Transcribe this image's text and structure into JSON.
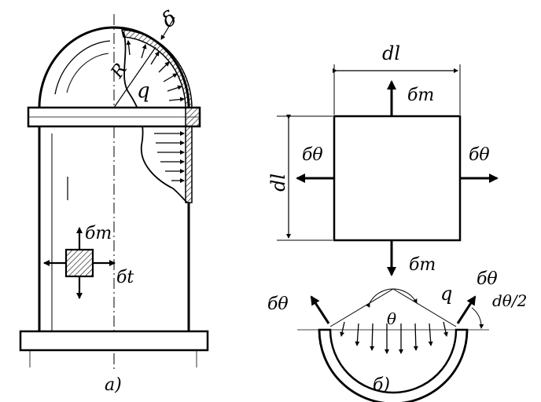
{
  "figure_a": {
    "caption": "а)",
    "labels": {
      "thickness": "δ",
      "radius": "R",
      "pressure": "q",
      "sigma_m": "бm",
      "sigma_t": "бt"
    }
  },
  "figure_b": {
    "caption": "б)",
    "labels": {
      "width": "dl",
      "height": "dl",
      "sigma_m_top": "бm",
      "sigma_m_bottom": "бm",
      "sigma_theta_left": "бθ",
      "sigma_theta_right": "бθ",
      "arc_sigma_left": "бθ",
      "arc_sigma_right": "бθ",
      "pressure": "q",
      "angle": "θ",
      "half_angle": "dθ/2"
    }
  },
  "colors": {
    "ink": "#000000",
    "background": "#ffffff"
  }
}
